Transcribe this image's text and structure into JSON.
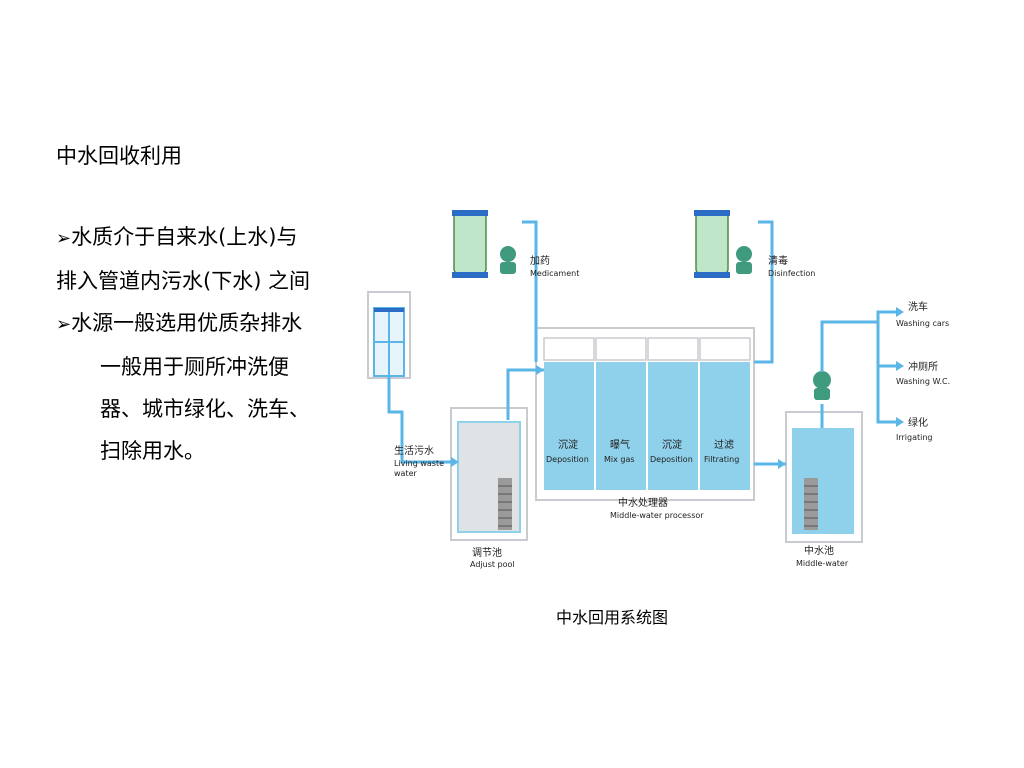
{
  "slide": {
    "heading": "中水回收利用",
    "bullets": [
      {
        "marker": "➢",
        "text": "水质介于自来水(上水)与排入管道内污水(下水) 之间"
      },
      {
        "marker": "➢",
        "text": "水源一般选用优质杂排水"
      }
    ],
    "paragraph": "一般用于厕所冲洗便器、城市绿化、洗车、扫除用水。",
    "caption": "中水回用系统图"
  },
  "diagram": {
    "dosing": {
      "cn": "加药",
      "en": "Medicament"
    },
    "disinfection": {
      "cn": "清毒",
      "en": "Disinfection"
    },
    "inlet": {
      "cn": "生活污水",
      "en1": "Living waste",
      "en2": "water"
    },
    "adjust_pool": {
      "cn": "调节池",
      "en": "Adjust pool"
    },
    "processor": {
      "cn": "中水处理器",
      "en": "Middle-water processor"
    },
    "stages": [
      {
        "cn": "沉淀",
        "en": "Deposition"
      },
      {
        "cn": "曝气",
        "en": "Mix gas"
      },
      {
        "cn": "沉淀",
        "en": "Deposition"
      },
      {
        "cn": "过滤",
        "en": "Filtrating"
      }
    ],
    "middle_pool": {
      "cn": "中水池",
      "en": "Middle-water"
    },
    "outputs": [
      {
        "cn": "洗车",
        "en": "Washing cars"
      },
      {
        "cn": "冲厕所",
        "en": "Washing W.C."
      },
      {
        "cn": "绿化",
        "en": "Irrigating"
      }
    ],
    "colors": {
      "water": "#8fd0ea",
      "pipe": "#5ab6e6",
      "outline": "#c8ccd0",
      "tank_green": "#bfe6c8",
      "pump_green": "#3f9a7e"
    }
  }
}
